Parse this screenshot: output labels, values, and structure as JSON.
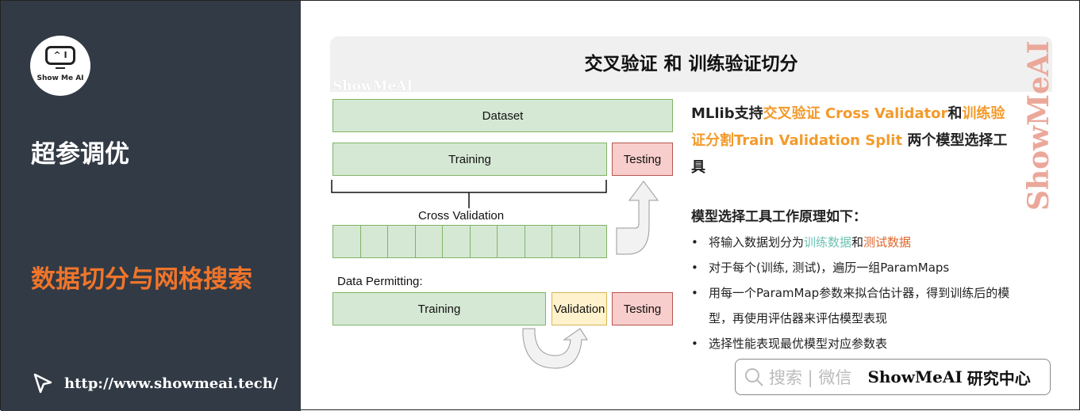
{
  "sidebar": {
    "logo_text": "Show Me AI",
    "logo_screen": "^ I",
    "title": "超参调优",
    "subtitle": "数据切分与网格搜索",
    "url": "http://www.showmeai.tech/"
  },
  "slide": {
    "title": "交叉验证 和 训练验证切分",
    "watermark": "ShowMeAI"
  },
  "diagram": {
    "dataset": "Dataset",
    "training": "Training",
    "testing": "Testing",
    "cross_validation": "Cross Validation",
    "data_permitting": "Data Permitting:",
    "training2": "Training",
    "validation": "Validation",
    "testing2": "Testing",
    "folds": 10
  },
  "text": {
    "p1a": "MLlib支持",
    "p1b": "交叉验证 Cross Validator",
    "p1c": "和",
    "p1d": "训练验证分割Train Validation Split",
    "p1e": " 两个模型选择工具",
    "heading": "模型选择工具工作原理如下：",
    "b1a": "将输入数据划分为",
    "b1b": "训练数据",
    "b1c": "和",
    "b1d": "测试数据",
    "b2": "对于每个(训练, 测试)，遍历一组ParamMaps",
    "b3": "用每一个ParamMap参数来拟合估计器，得到训练后的模型，再使用评估器来评估模型表现",
    "b4": "选择性能表现最优模型对应参数表"
  },
  "search_badge": {
    "placeholder": "搜索 | 微信",
    "brand": "ShowMeAI",
    "suffix": "研究中心"
  },
  "colors": {
    "sidebar_bg": "#323a45",
    "accent_orange": "#f0752a",
    "highlight_orange": "#f39a2b",
    "teal": "#6cc3b4"
  }
}
